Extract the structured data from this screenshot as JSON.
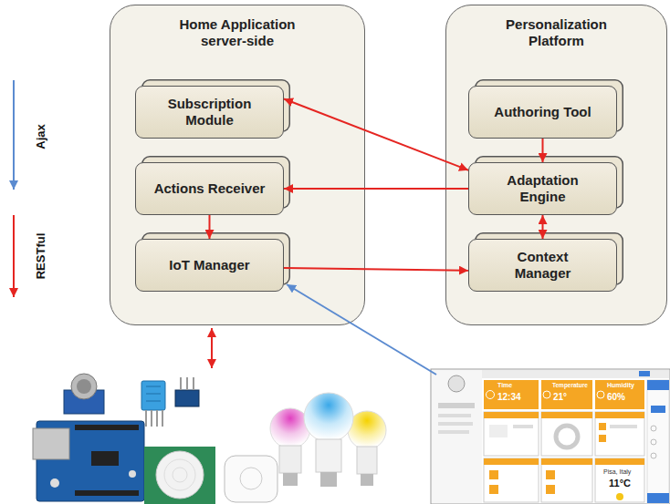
{
  "diagram": {
    "nodes": [
      {
        "text": [
          "Home Application server-side"
        ]
      },
      {
        "text": [
          "Subscription Module"
        ],
        "in": 0
      },
      {
        "text": [
          "Actions Receiver"
        ],
        "in": 0
      },
      {
        "text": [
          "IoT Manager"
        ],
        "in": 0
      },
      {
        "text": [
          "Personalization Platform"
        ]
      },
      {
        "text": [
          "Authoring Tool"
        ],
        "in": 4
      },
      {
        "text": [
          "Adaptation Engine"
        ],
        "in": 4
      },
      {
        "text": [
          "Context Manager"
        ],
        "in": 4
      }
    ],
    "edges": [
      {
        "from": 1,
        "to": 6,
        "arrow": "both"
      },
      {
        "from": 6,
        "to": 2,
        "arrow": "to"
      },
      {
        "from": 2,
        "to": 3,
        "arrow": "to"
      },
      {
        "from": 3,
        "to": 7,
        "arrow": "to"
      },
      {
        "from": 5,
        "to": 6,
        "arrow": "to"
      },
      {
        "from": 6,
        "to": 7,
        "arrow": "both"
      }
    ],
    "labels": [
      "Time",
      "12:34",
      "Temperature",
      "21°",
      "Humidity",
      "60%",
      "Pisa, Italy",
      "11°C"
    ],
    "legend": [
      {
        "text": "Ajax"
      },
      {
        "text": "RESTful"
      }
    ]
  }
}
